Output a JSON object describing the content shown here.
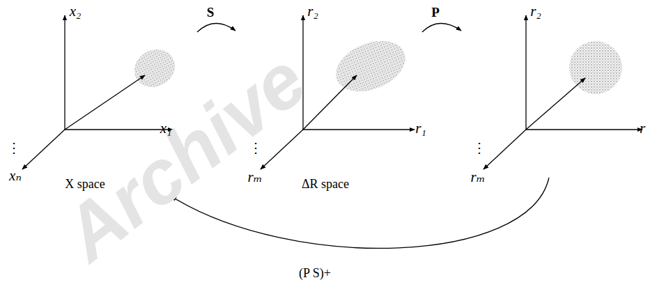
{
  "diagram": {
    "labels": [
      "Archive",
      "x₂",
      "x₁",
      "⋮",
      "xₙ",
      "X space",
      "S",
      "r₂",
      "r₁",
      "⋮",
      "rₘ",
      "ΔR space",
      "P",
      "r₂",
      "r",
      "⋮",
      "rₘ",
      "(P S)+"
    ]
  }
}
